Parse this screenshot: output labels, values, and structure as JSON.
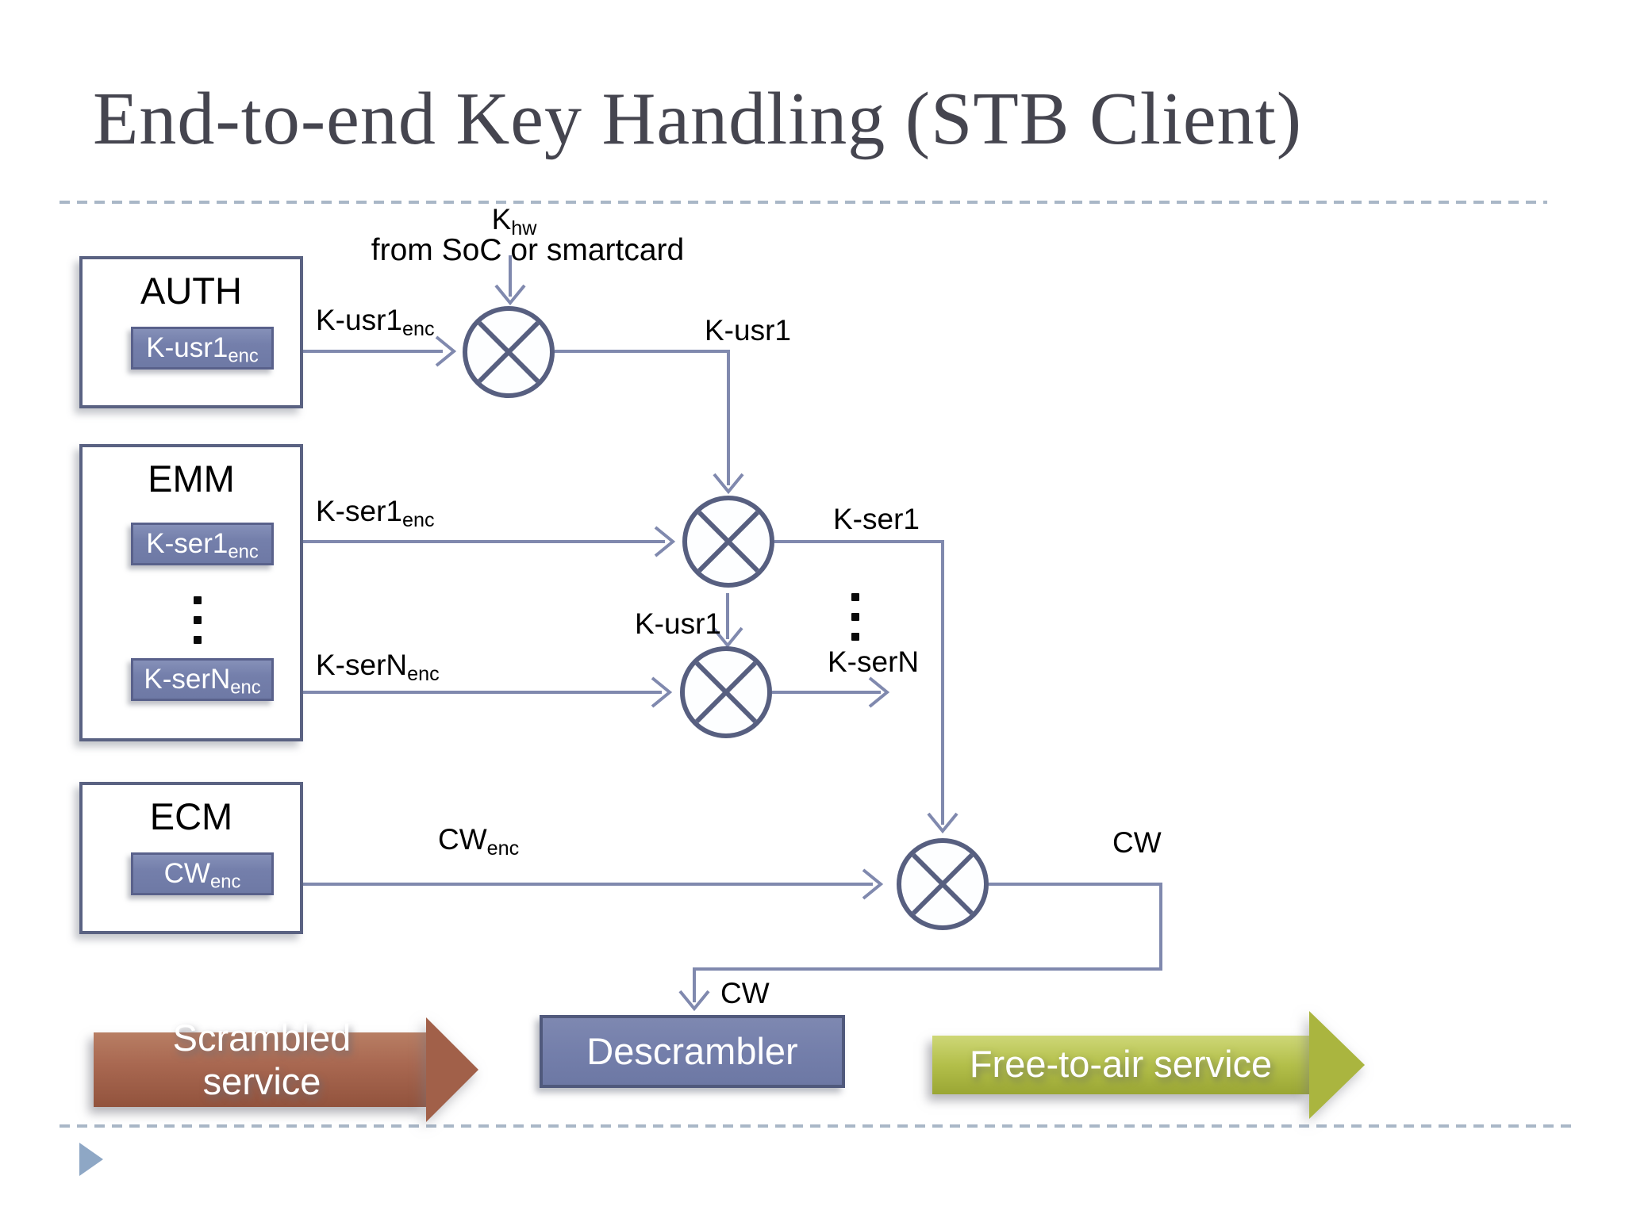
{
  "title": "End-to-end Key Handling (STB Client)",
  "hw_key": {
    "base": "K",
    "sub": "hw",
    "source": "from SoC or smartcard"
  },
  "auth": {
    "title": "AUTH",
    "chip_base": "K-usr1",
    "chip_sub": "enc"
  },
  "emm": {
    "title": "EMM",
    "chip1_base": "K-ser1",
    "chip1_sub": "enc",
    "chip2_base": "K-serN",
    "chip2_sub": "enc"
  },
  "ecm": {
    "title": "ECM",
    "chip_base": "CW",
    "chip_sub": "enc"
  },
  "labels": {
    "kusr1_enc_base": "K-usr1",
    "kusr1_enc_sub": "enc",
    "kusr1_out": "K-usr1",
    "kser1_enc_base": "K-ser1",
    "kser1_enc_sub": "enc",
    "kser1_out": "K-ser1",
    "kusr1_in": "K-usr1",
    "ksern_enc_base": "K-serN",
    "ksern_enc_sub": "enc",
    "ksern_out": "K-serN",
    "cw_enc_base": "CW",
    "cw_enc_sub": "enc",
    "cw_out": "CW",
    "cw_in": "CW"
  },
  "descrambler": "Descrambler",
  "scrambled_service_line1": "Scrambled",
  "scrambled_service_line2": "service",
  "free_to_air": "Free-to-air service",
  "colors": {
    "title_text": "#45454f",
    "wire": "#8089ae",
    "node_border": "#575f80",
    "box_border": "#5a6282",
    "chip_fill": "#747fab",
    "chip_text": "#ffffff",
    "dashed_rule": "#a9b7c7",
    "scrambled_arrow": "#a86750",
    "free_to_air_arrow": "#b3bf4a",
    "bullet": "#8ea7c5"
  }
}
